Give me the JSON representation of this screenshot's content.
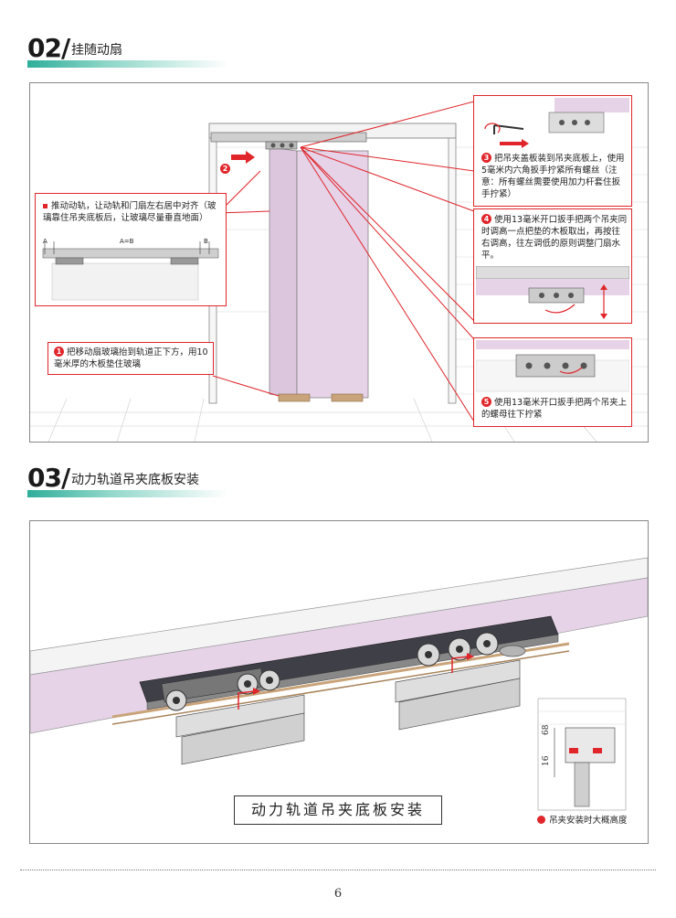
{
  "section02": {
    "number": "02/",
    "title": "挂随动扇",
    "step1": {
      "badge": "1",
      "text": "把移动扇玻璃抬到轨道正下方，用10毫米厚的木板垫住玻璃"
    },
    "step2": {
      "badge": "2"
    },
    "push": {
      "text": "推动动轨，让动轨和门扇左右居中对齐（玻璃靠住吊夹底板后，让玻璃尽量垂直地面）",
      "label_a": "A",
      "label_ab": "A=B",
      "label_b": "B"
    },
    "step3": {
      "badge": "3",
      "text": "把吊夹盖板装到吊夹底板上，使用5毫米内六角扳手拧紧所有螺丝（注意：所有螺丝需要使用加力杆套住扳手拧紧）"
    },
    "step4": {
      "badge": "4",
      "text": "使用13毫米开口扳手把两个吊夹同时调高一点把垫的木板取出，再按往右调高，往左调低的原则调整门扇水平。"
    },
    "step5": {
      "badge": "5",
      "text": "使用13毫米开口扳手把两个吊夹上的螺母往下拧紧"
    }
  },
  "section03": {
    "number": "03/",
    "title": "动力轨道吊夹底板安装",
    "caption": "动力轨道吊夹底板安装",
    "dim_68": "68",
    "dim_16": "16",
    "legend": "吊夹安装时大概高度"
  },
  "page_number": "6",
  "colors": {
    "accent": "#e0262b",
    "teal": "#2fae9a",
    "lilac": "#e6d3e8"
  }
}
